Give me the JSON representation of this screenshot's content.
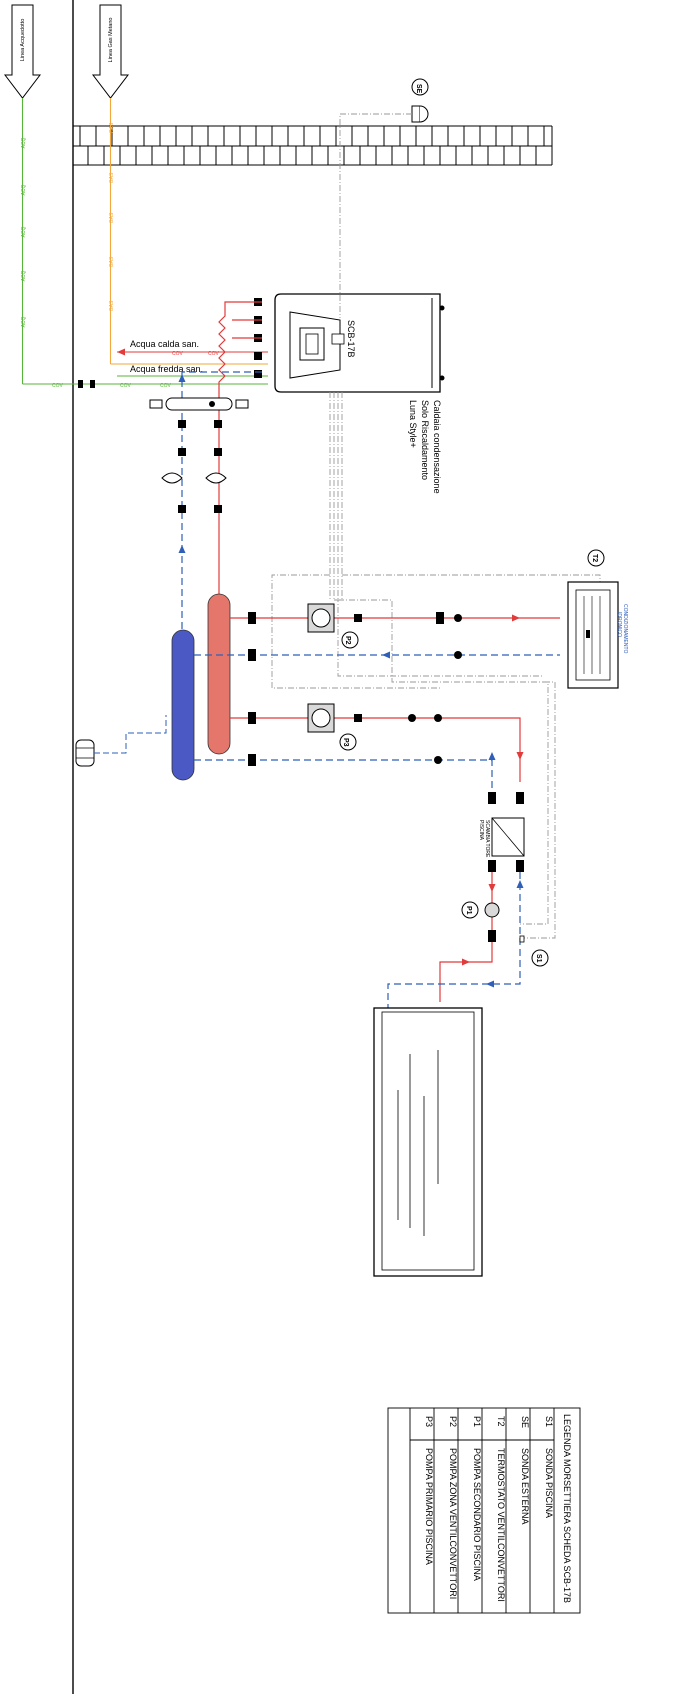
{
  "lines": {
    "acquedotto": "Linea Acquedotto",
    "gas": "Linea Gas Metano",
    "aco_tag": "ACQ",
    "gas_tag": "GAS",
    "cov_tag": "COV"
  },
  "pipes": {
    "hot_water": "Acqua calda san.",
    "cold_water": "Acqua fredda san."
  },
  "boiler": {
    "board": "SCB-17B",
    "line1": "Caldaia condensazione",
    "line2": "Solo Riscaldamento",
    "line3": "Luna Style+"
  },
  "fancoil": {
    "line1": "CONDIZIONAMENTO",
    "line2": "IDRONICO"
  },
  "exchanger": {
    "line1": "SCAMBIA TORE",
    "line2": "PISCINA"
  },
  "markers": {
    "se": "SE",
    "t2": "T2",
    "p1": "P1",
    "p2": "P2",
    "p3": "P3",
    "s1": "S1"
  },
  "legend": {
    "title": "LEGENDA MORSETTIERA SCHEDA SCB-17B",
    "rows": [
      {
        "code": "S1",
        "desc": "SONDA PISCINA"
      },
      {
        "code": "SE",
        "desc": "SONDA ESTERNA"
      },
      {
        "code": "T2",
        "desc": "TERMOSTATO VENTILCONVETTORI"
      },
      {
        "code": "P1",
        "desc": "POMPA SECONDARIO PISCINA"
      },
      {
        "code": "P2",
        "desc": "POMPA ZONA VENTILCONVETTORI"
      },
      {
        "code": "P3",
        "desc": "POMPA PRIMARIO PISCINA"
      }
    ]
  },
  "colors": {
    "hot": "#e23b3b",
    "cold": "#2f5fb8",
    "gas": "#f2a83b",
    "water": "#58b33a",
    "cable": "#9a9a9a",
    "tank_hot": "#e5766c",
    "tank_cold": "#4a59c4"
  }
}
